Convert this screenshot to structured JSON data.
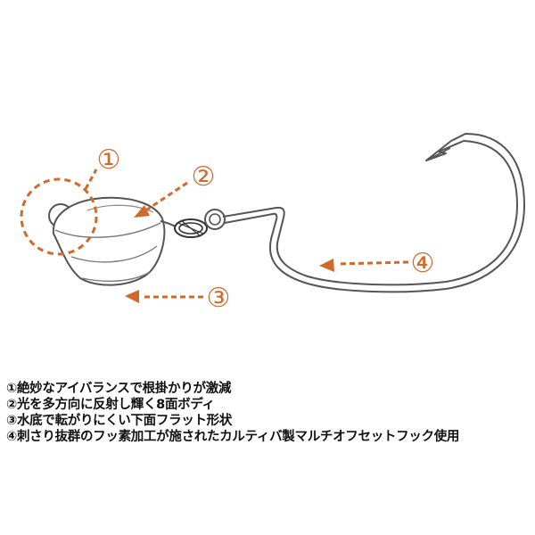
{
  "colors": {
    "accent": "#d2692a",
    "line": "#555555",
    "text": "#111111",
    "background": "#ffffff"
  },
  "callouts": {
    "c1": "①",
    "c2": "②",
    "c3": "③",
    "c4": "④"
  },
  "captions": [
    "①絶妙なアイバランスで根掛かりが激減",
    "②光を多方向に反射し輝く8面ボディ",
    "③水底で転がりにくい下面フラット形状",
    "④刺さり抜群のフッ素加工が施されたカルティバ製マルチオフセットフック使用"
  ]
}
